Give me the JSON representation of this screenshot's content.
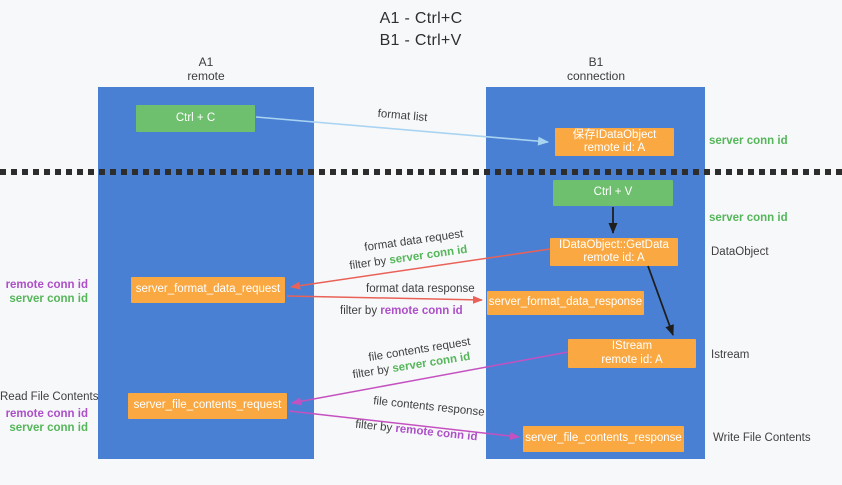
{
  "title": {
    "line1": "A1 - Ctrl+C",
    "line2": "B1 - Ctrl+V"
  },
  "lanes": {
    "left": {
      "title": "A1",
      "subtitle": "remote"
    },
    "right": {
      "title": "B1",
      "subtitle": "connection"
    }
  },
  "nodes": {
    "ctrl_c": {
      "label": "Ctrl + C"
    },
    "save_idataobject": {
      "line1": "保存IDataObject",
      "line2": "remote id: A"
    },
    "ctrl_v": {
      "label": "Ctrl + V"
    },
    "getdata": {
      "line1": "IDataObject::GetData",
      "line2": "remote id: A"
    },
    "format_request": {
      "label": "server_format_data_request"
    },
    "format_response": {
      "label": "server_format_data_response"
    },
    "istream": {
      "line1": "IStream",
      "line2": "remote id: A"
    },
    "file_request": {
      "label": "server_file_contents_request"
    },
    "file_response": {
      "label": "server_file_contents_response"
    }
  },
  "annotations": {
    "format_list": "format list",
    "server_conn_id_top": "server conn id",
    "server_conn_id_mid": "server conn id",
    "dataobject": "DataObject",
    "istream": "Istream",
    "write_file_contents": "Write File Contents",
    "read_file_contents": "Read File Contents",
    "left_mid": {
      "remote": "remote conn id",
      "server": "server conn id"
    },
    "left_bottom": {
      "remote": "remote conn id",
      "server": "server conn id"
    },
    "format_data_request": {
      "text": "format data request",
      "filter": "filter by",
      "id": "server conn id"
    },
    "format_data_response": {
      "text": "format data response",
      "filter": "filter by",
      "id": "remote conn id"
    },
    "file_contents_request": {
      "text": "file contents request",
      "filter": "filter by",
      "id": "server conn id"
    },
    "file_contents_response": {
      "text": "file contents response",
      "filter": "filter by",
      "id": "remote conn id"
    }
  },
  "colors": {
    "lane_blue": "#4a80d4",
    "node_green": "#6ebf6e",
    "node_orange": "#f9a842",
    "green_id_text": "#55b65a",
    "purple_id_text": "#ad4fc8",
    "arrow_light_blue": "#a9d4f1",
    "arrow_red": "#e96157",
    "arrow_magenta": "#c551c0",
    "arrow_black": "#1e1e1e",
    "dotted_line": "#2d2d2d"
  }
}
